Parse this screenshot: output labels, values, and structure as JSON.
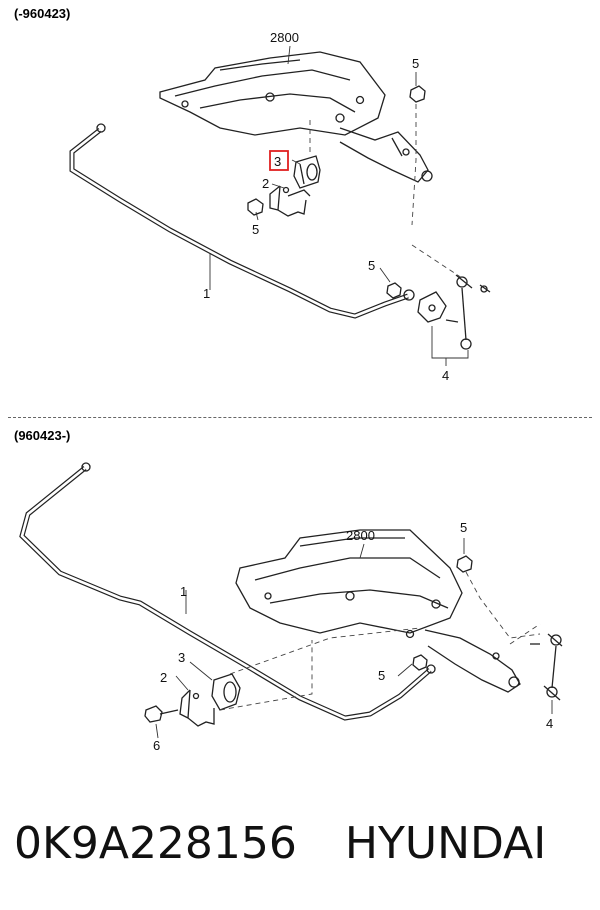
{
  "sections": [
    {
      "label": "(-960423)",
      "callouts": {
        "frame": "2800",
        "bar": "1",
        "bracket": "2",
        "bushing": "3",
        "link": "4",
        "nut_upper": "5",
        "nut_left": "5",
        "nut_link": "5"
      }
    },
    {
      "label": "(960423-)",
      "callouts": {
        "frame": "2800",
        "bar": "1",
        "bracket": "2",
        "bushing": "3",
        "link": "4",
        "nut_upper": "5",
        "nut_link": "5",
        "bolt": "6"
      }
    }
  ],
  "highlight_color": "#e02020",
  "footer": {
    "part_number": "0K9A228156",
    "brand": "HYUNDAI"
  }
}
